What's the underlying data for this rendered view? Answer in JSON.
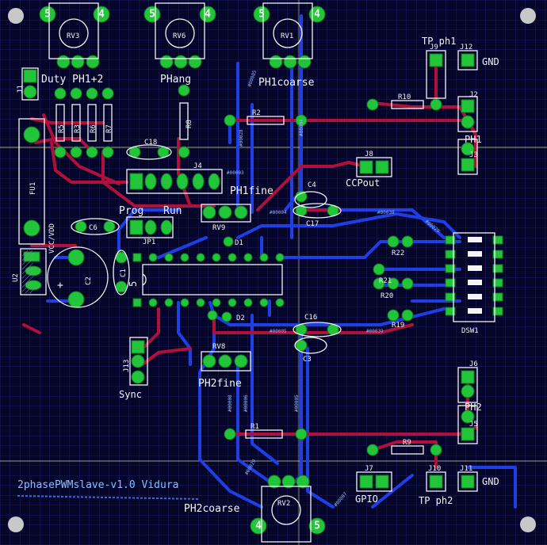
{
  "colors": {
    "background": "#05052a",
    "grid": "#2a2a8a",
    "top_copper": "#b0103a",
    "bottom_copper": "#1e3ee6",
    "pad": "#22c43a",
    "silkscreen": "#f4f4f4"
  },
  "potentiometers": [
    {
      "ref": "RV3",
      "pad_labels": [
        "5",
        "4"
      ]
    },
    {
      "ref": "RV6",
      "pad_labels": [
        "5",
        "4"
      ]
    },
    {
      "ref": "RV1",
      "pad_labels": [
        "5",
        "4"
      ]
    },
    {
      "ref": "RV2",
      "pad_labels": [
        "4",
        "5"
      ]
    }
  ],
  "trimmers": [
    "RV9",
    "RV8"
  ],
  "resistors": [
    "R5",
    "R3",
    "R6",
    "R7",
    "R8",
    "R2",
    "R10",
    "R1",
    "R9",
    "R22",
    "R21",
    "R20",
    "R19"
  ],
  "capacitors": [
    "C18",
    "C6",
    "C2",
    "C1",
    "C4",
    "C17",
    "C16",
    "C3"
  ],
  "connectors": [
    "J1",
    "J2",
    "J3",
    "J4",
    "J5",
    "J6",
    "J7",
    "J8",
    "J9",
    "J10",
    "J11",
    "J12",
    "J13",
    "JP1",
    "FU1",
    "U2",
    "DSW1",
    "D1",
    "D2"
  ],
  "labels": {
    "duty": "Duty PH1+2",
    "phang": "PHang",
    "ph1coarse": "PH1coarse",
    "ph1fine": "PH1fine",
    "prog": "Prog",
    "run": "Run",
    "tp_ph1": "TP ph1",
    "gnd_top": "GND",
    "ph1": "PH1",
    "ccpout": "CCPout",
    "ph2": "PH2",
    "ph2fine": "PH2fine",
    "ph2coarse": "PH2coarse",
    "sync": "Sync",
    "gpio": "GPIO",
    "tp_ph2": "TP ph2",
    "gnd_bottom": "GND",
    "vcc": "VCC/VDD",
    "title": "2phasePWMslave-v1.0 Vidura",
    "plus": "+",
    "c1_minus": "5"
  },
  "net_labels": [
    "#00005",
    "#00028",
    "#00004",
    "#00003",
    "#00004",
    "#00039",
    "#00029",
    "#00005",
    "#00039",
    "#00008",
    "#00006",
    "#00029",
    "#00005",
    "#00007"
  ]
}
